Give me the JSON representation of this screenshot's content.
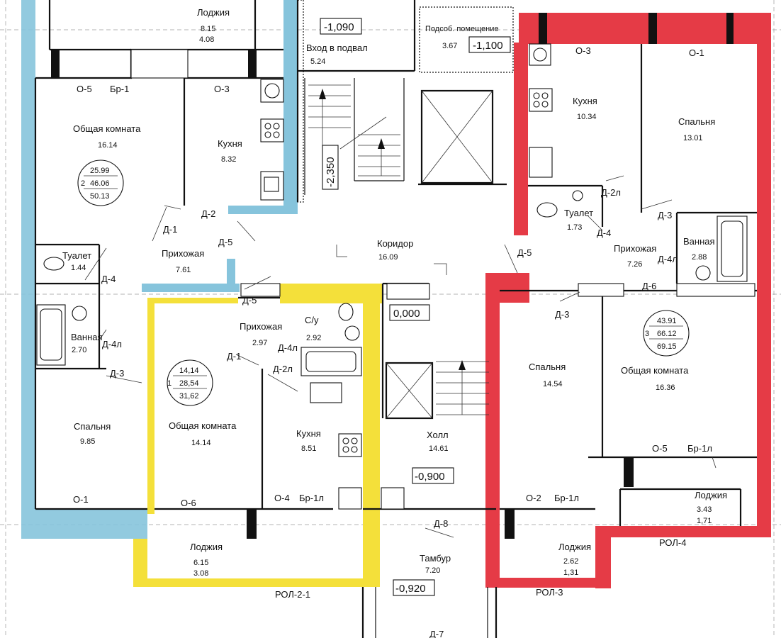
{
  "colors": {
    "apt_left": "#86c4dc",
    "apt_yellow": "#f4e03a",
    "apt_red": "#e53b46",
    "line": "#111111"
  },
  "levels": [
    "-1,090",
    "-1,100",
    "-2,350",
    "0,000",
    "-0,900",
    "-0,920"
  ],
  "rooms": [
    {
      "name": "Лоджия",
      "area": "8.15",
      "extra": "4.08"
    },
    {
      "name": "Общая комната",
      "area": "16.14"
    },
    {
      "name": "Кухня",
      "area": "8.32"
    },
    {
      "name": "Туалет",
      "area": "1.44"
    },
    {
      "name": "Прихожая",
      "area": "7.61"
    },
    {
      "name": "Ванная",
      "area": "2.70"
    },
    {
      "name": "Спальня",
      "area": "9.85"
    },
    {
      "name": "Вход в подвал",
      "area": "5.24"
    },
    {
      "name": "Подсоб. помещение",
      "area": "3.67"
    },
    {
      "name": "Коридор",
      "area": "16.09"
    },
    {
      "name": "Прихожая",
      "area": "2.97"
    },
    {
      "name": "С/у",
      "area": "2.92"
    },
    {
      "name": "Общая комната",
      "area": "14.14"
    },
    {
      "name": "Кухня",
      "area": "8.51"
    },
    {
      "name": "Холл",
      "area": "14.61"
    },
    {
      "name": "Лоджия",
      "area": "6.15",
      "extra": "3.08"
    },
    {
      "name": "Тамбур",
      "area": "7.20"
    },
    {
      "name": "Кухня",
      "area": "10.34"
    },
    {
      "name": "Спальня",
      "area": "13.01"
    },
    {
      "name": "Туалет",
      "area": "1.73"
    },
    {
      "name": "Прихожая",
      "area": "7.26"
    },
    {
      "name": "Ванная",
      "area": "2.88"
    },
    {
      "name": "Спальня",
      "area": "14.54"
    },
    {
      "name": "Общая комната",
      "area": "16.36"
    },
    {
      "name": "Лоджия",
      "area": "3.43",
      "extra": "1,71"
    },
    {
      "name": "Лоджия",
      "area": "2.62",
      "extra": "1,31"
    }
  ],
  "apartments": [
    {
      "rooms": "2",
      "living": "25.99",
      "total": "46.06",
      "total_loggia": "50.13"
    },
    {
      "rooms": "1",
      "living": "14,14",
      "total": "28,54",
      "total_loggia": "31,62"
    },
    {
      "rooms": "3",
      "living": "43.91",
      "total": "66.12",
      "total_loggia": "69.15"
    }
  ],
  "marks": [
    "О-5",
    "Бр-1",
    "О-3",
    "Д-2",
    "Д-1",
    "Д-5",
    "Д-4",
    "Д-4л",
    "Д-3",
    "О-1",
    "О-6",
    "О-4",
    "Бр-1л",
    "Д-5",
    "Д-1",
    "Д-2л",
    "Д-4л",
    "Д-8",
    "Д-7",
    "О-3",
    "О-1",
    "Д-2л",
    "Д-3",
    "Д-4",
    "Д-5",
    "Д-4л",
    "Д-6",
    "Д-3",
    "О-5",
    "Бр-1л",
    "О-2",
    "Бр-1л",
    "РОЛ-2-1",
    "РОЛ-3",
    "РОЛ-4"
  ]
}
